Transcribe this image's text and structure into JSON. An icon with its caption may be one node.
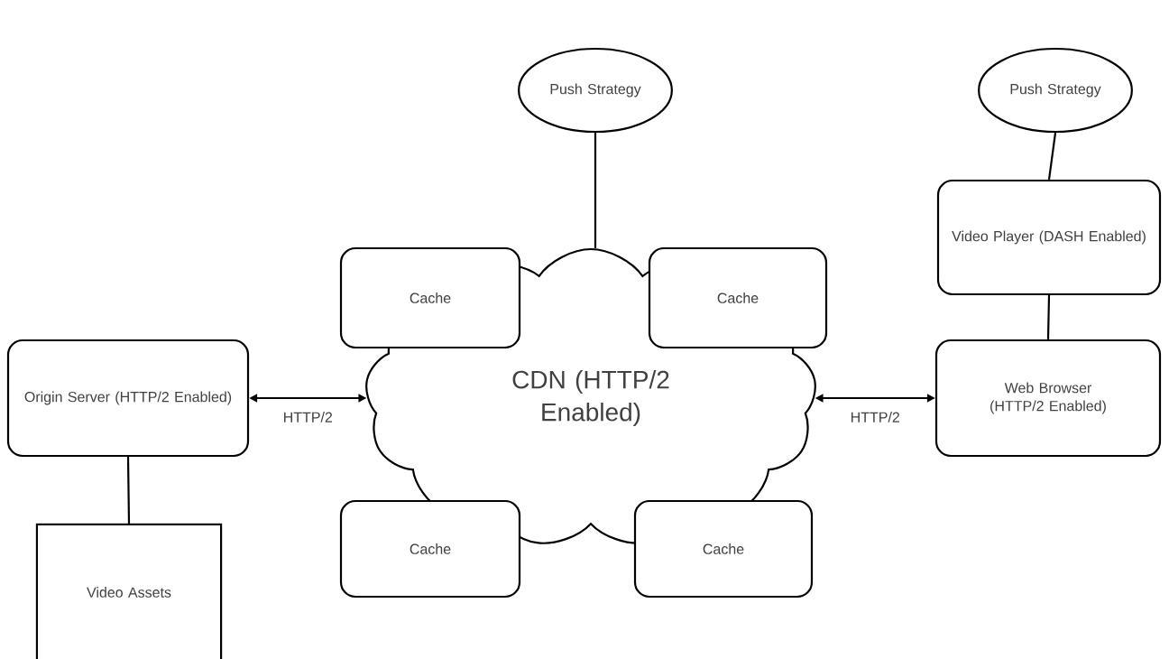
{
  "diagram": {
    "nodes": [
      {
        "text": [
          "Push Strategy"
        ]
      },
      {
        "text": [
          "Push Strategy"
        ]
      },
      {
        "text": [
          "Cache"
        ]
      },
      {
        "text": [
          "Cache"
        ]
      },
      {
        "text": [
          "CDN (HTTP/2 Enabled)"
        ]
      },
      {
        "text": [
          "Origin Server (HTTP/2 Enabled)"
        ]
      },
      {
        "text": [
          "Web Browser (HTTP/2 Enabled)"
        ]
      },
      {
        "text": [
          "Video Player (DASH Enabled)"
        ]
      },
      {
        "text": [
          "Cache"
        ]
      },
      {
        "text": [
          "Cache"
        ]
      },
      {
        "text": [
          "Video Assets"
        ]
      }
    ],
    "edges": [
      {
        "from": 0,
        "to": 4,
        "arrow": "none"
      },
      {
        "from": 1,
        "to": 7,
        "arrow": "none"
      },
      {
        "from": 7,
        "to": 6,
        "arrow": "none"
      },
      {
        "from": 5,
        "to": 4,
        "arrow": "both",
        "label": "HTTP/2"
      },
      {
        "from": 4,
        "to": 6,
        "arrow": "both",
        "label": "HTTP/2"
      },
      {
        "from": 5,
        "to": 10,
        "arrow": "none"
      }
    ]
  }
}
